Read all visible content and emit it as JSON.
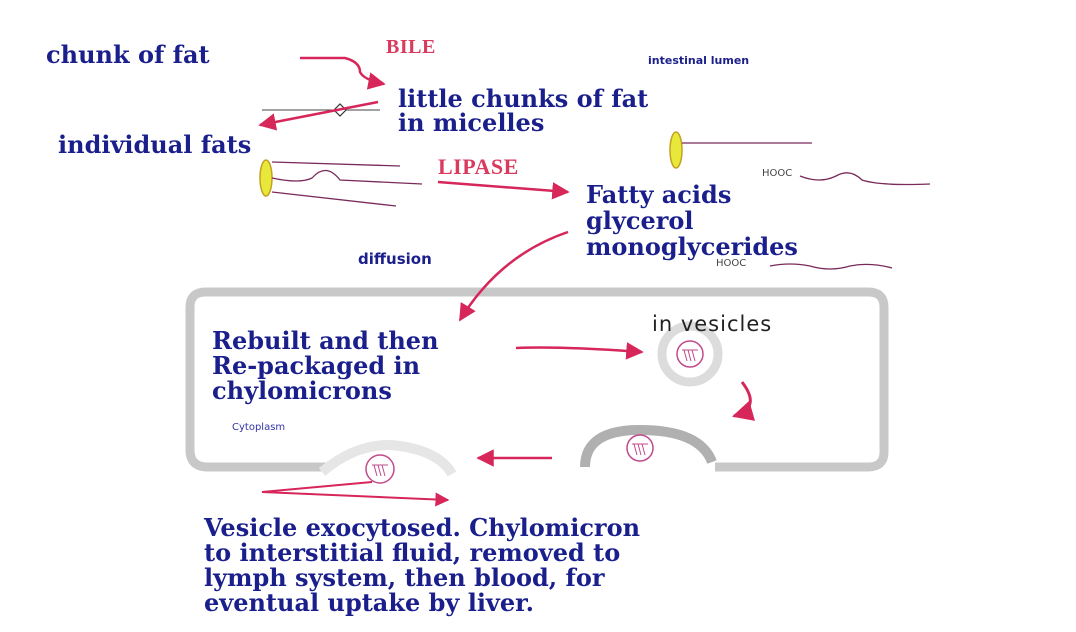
{
  "labels": {
    "chunk_of_fat": "chunk of fat",
    "bile": "BILE",
    "intestinal_lumen": "intestinal lumen",
    "little_chunks_line1": "little chunks of fat",
    "little_chunks_line2": "in micelles",
    "individual_fats": "individual fats",
    "lipase": "LIPASE",
    "fatty_acids": "Fatty acids",
    "glycerol": "glycerol",
    "monoglycerides": "monoglycerides",
    "hooc_top": "HOOC",
    "hooc_bottom": "HOOC",
    "diffusion": "diffusion",
    "in_vesicles": "in vesicles",
    "rebuilt_line1": "Rebuilt and then",
    "rebuilt_line2": "Re-packaged in",
    "rebuilt_line3": "chylomicrons",
    "cytoplasm": "Cytoplasm",
    "exo_line1": "Vesicle exocytosed. Chylomicron",
    "exo_line2": "to interstitial fluid, removed to",
    "exo_line3": "lymph system, then blood, for",
    "exo_line4": "eventual uptake by liver."
  },
  "colors": {
    "text_navy": "#1a1f8c",
    "enzyme_red": "#d93a5e",
    "arrow": "#d6265a",
    "cell_border": "#c8c8c8",
    "glycerol_head": "#e8e83a",
    "fatty_chain": "#8a2a5a"
  }
}
